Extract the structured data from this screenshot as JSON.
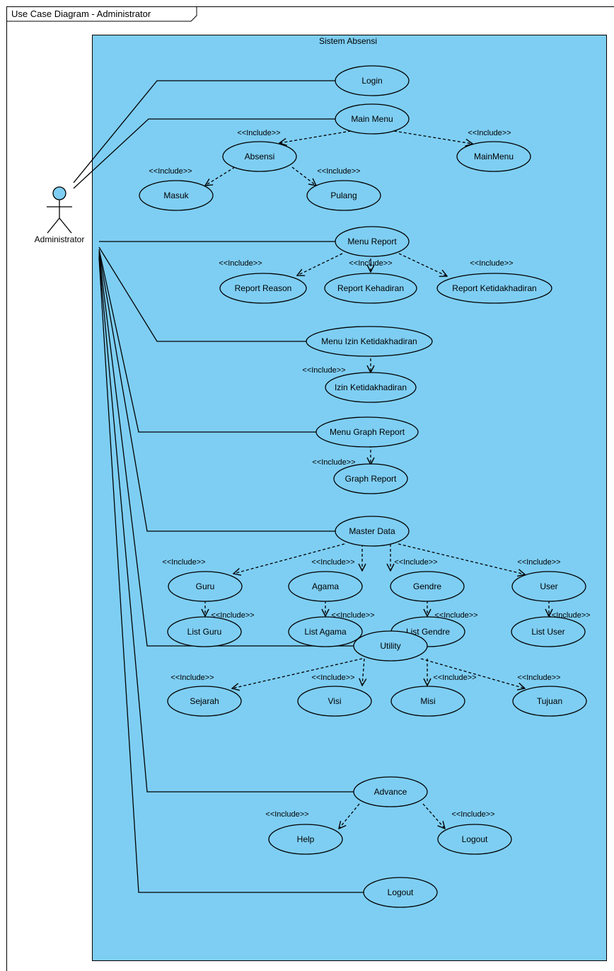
{
  "diagram": {
    "frame_label": "Use Case Diagram - Administrator",
    "system_label": "Sistem Absensi",
    "actor_label": "Administrator",
    "include_label": "<<Include>>",
    "colors": {
      "system_fill": "#7ecef3",
      "usecase_fill": "#7ecef3",
      "actor_head_fill": "#7ecef3",
      "line": "#000000"
    }
  },
  "use_cases": {
    "login": "Login",
    "main_menu": "Main Menu",
    "absensi": "Absensi",
    "mainmenu": "MainMenu",
    "masuk": "Masuk",
    "pulang": "Pulang",
    "menu_report": "Menu Report",
    "report_reason": "Report Reason",
    "report_kehadiran": "Report Kehadiran",
    "report_ketidakhadiran": "Report Ketidakhadiran",
    "menu_izin": "Menu Izin Ketidakhadiran",
    "izin": "Izin Ketidakhadiran",
    "menu_graph": "Menu Graph Report",
    "graph_report": "Graph Report",
    "master_data": "Master Data",
    "guru": "Guru",
    "agama": "Agama",
    "gendre": "Gendre",
    "user": "User",
    "list_guru": "List  Guru",
    "list_agama": "List Agama",
    "list_gendre": "List Gendre",
    "list_user": "List User",
    "utility": "Utility",
    "sejarah": "Sejarah",
    "visi": "Visi",
    "misi": "Misi",
    "tujuan": "Tujuan",
    "advance": "Advance",
    "help": "Help",
    "logout_advance": "Logout",
    "logout": "Logout"
  }
}
